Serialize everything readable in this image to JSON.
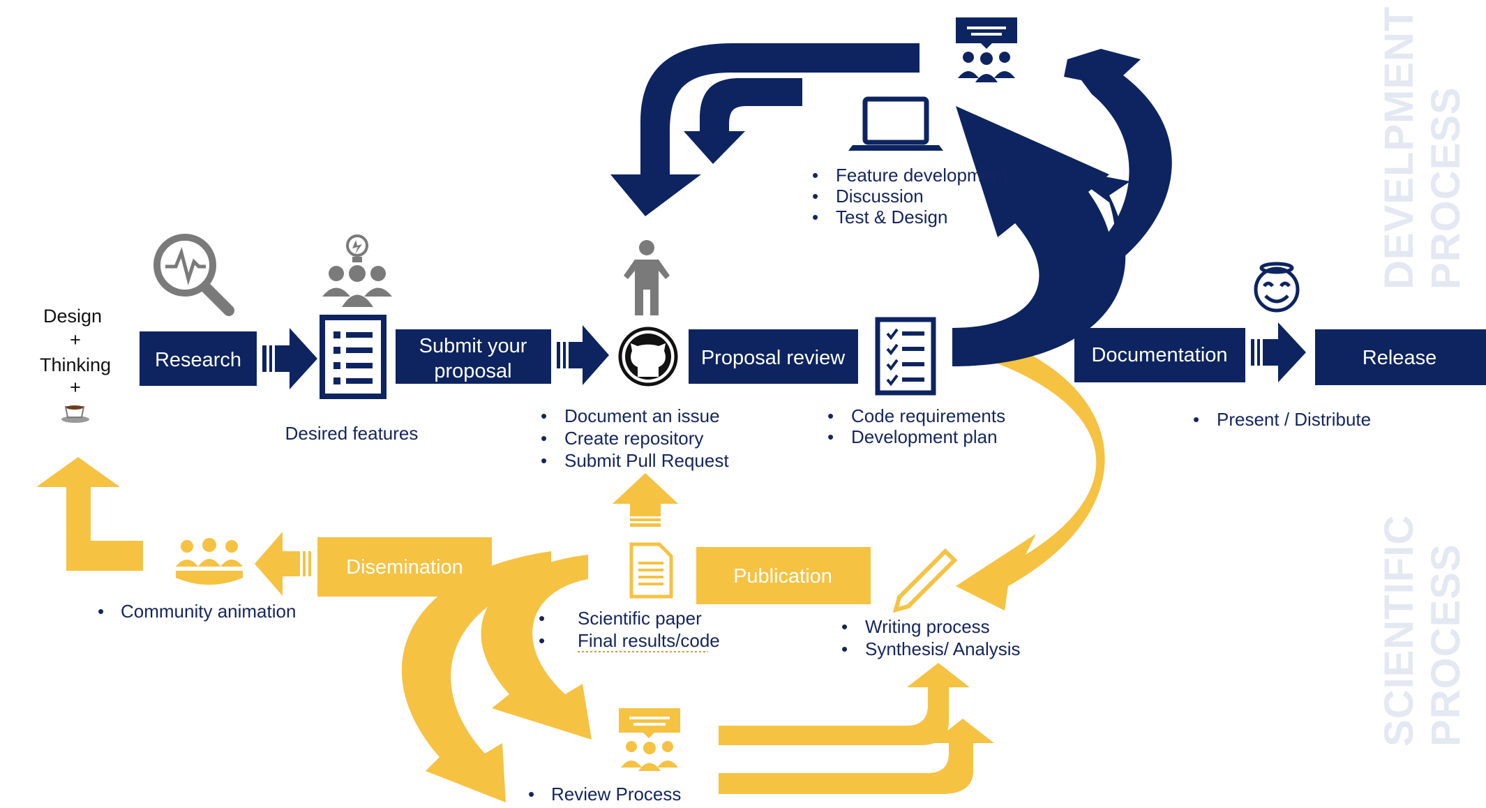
{
  "colors": {
    "navy": "#0d2460",
    "gold": "#f5c242",
    "gray": "#7a7a7a",
    "side_text": "#e3e8f2"
  },
  "start": {
    "line1": "Design",
    "plus1": "+",
    "line2": "Thinking",
    "plus2": "+"
  },
  "boxes": {
    "research": "Research",
    "submit_line1": "Submit your",
    "submit_line2": "proposal",
    "proposal_review": "Proposal review",
    "documentation": "Documentation",
    "release": "Release",
    "dissemination": "Disemination",
    "publication": "Publication"
  },
  "labels": {
    "desired_features": "Desired  features"
  },
  "bullets": {
    "bullet_char": "•",
    "dev": [
      "Feature development",
      "Discussion",
      "Test & Design"
    ],
    "github": [
      "Document an issue",
      "Create repository",
      "Submit Pull Request"
    ],
    "code": [
      "Code requirements",
      "Development plan"
    ],
    "release": [
      "Present / Distribute"
    ],
    "community": [
      "Community animation"
    ],
    "paper": [
      "Scientific paper",
      "Final results/code"
    ],
    "writing": [
      "Writing process",
      "Synthesis/ Analysis"
    ],
    "review": [
      "Review Process"
    ]
  },
  "side_labels": {
    "dev_line1": "DEVELPMENT",
    "dev_line2": "PROCESS",
    "sci_line1": "SCIENTIFIC",
    "sci_line2": "PROCESS"
  },
  "icons": {
    "research": "magnifier-pulse-icon",
    "desired": "team-idea-icon",
    "checklist": "checklist-icon",
    "person": "person-icon",
    "github": "github-icon",
    "laptop": "laptop-icon",
    "discussion": "team-discussion-icon",
    "code_checklist": "check-list-icon",
    "smiley": "angel-smiley-icon",
    "community": "community-group-icon",
    "paper": "document-icon",
    "pencil": "pencil-icon",
    "review": "review-discussion-icon",
    "coffee": "coffee-cup-icon"
  }
}
